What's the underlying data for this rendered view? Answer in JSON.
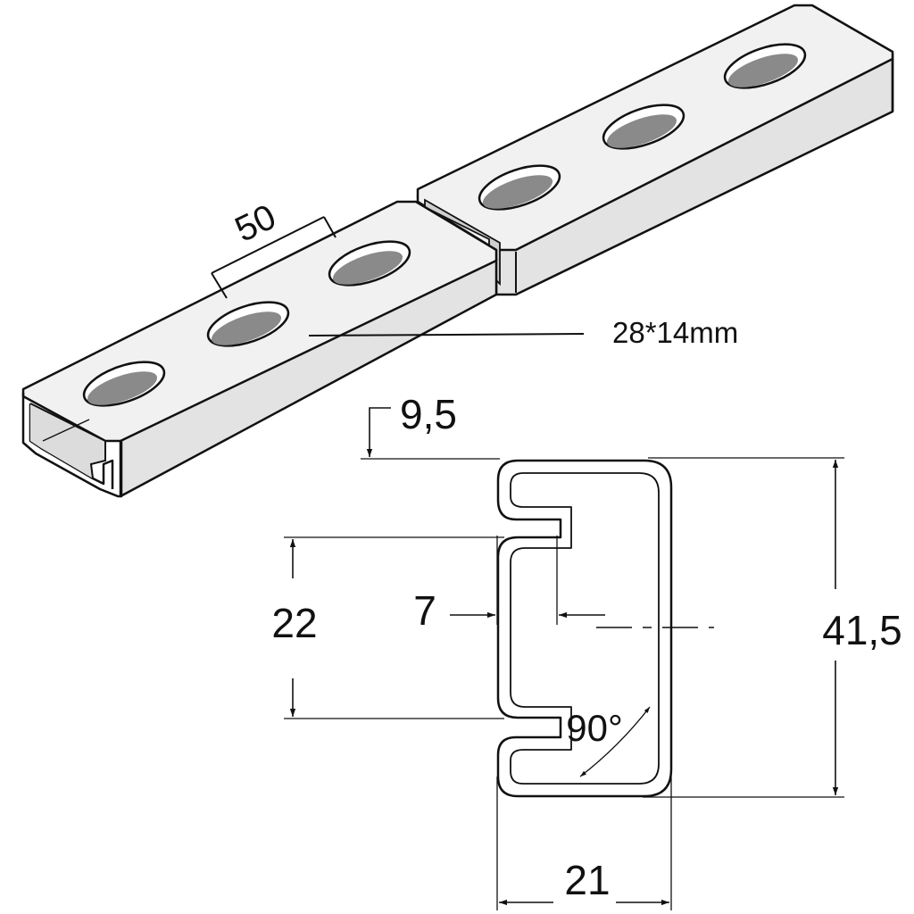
{
  "colors": {
    "rail_top": "#efefef",
    "rail_side": "#e2e2e2",
    "rail_shadow": "#c8c8c8",
    "slot_fill": "#8a8a8a",
    "outline": "#111111",
    "dimension_line": "#222222"
  },
  "rails": {
    "slot_spacing_label": "50",
    "slot_size_label": "28*14mm"
  },
  "profile": {
    "lip_thickness_label": "9,5",
    "opening_label": "22",
    "slot_depth_label": "7",
    "height_label": "41,5",
    "width_label": "21",
    "angle_label": "90°"
  }
}
